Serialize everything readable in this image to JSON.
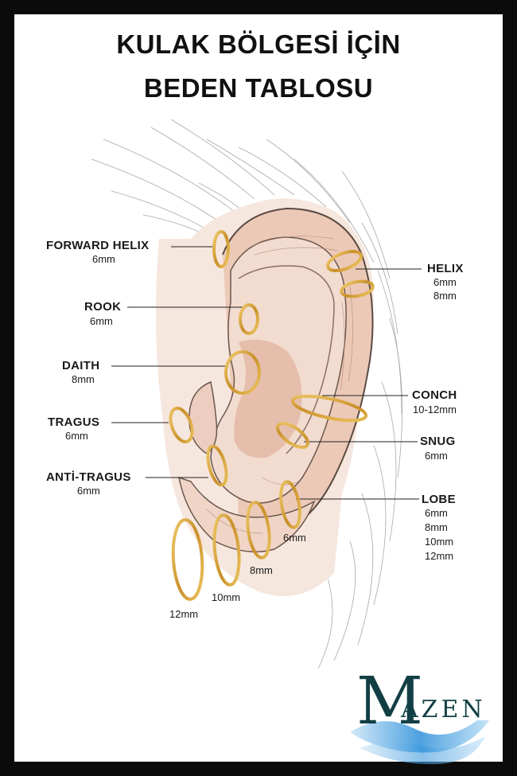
{
  "title": {
    "line1": "KULAK BÖLGESİ İÇİN",
    "line2": "BEDEN TABLOSU"
  },
  "labels": {
    "forward_helix": {
      "name": "FORWARD HELIX",
      "sizes": [
        "6mm"
      ]
    },
    "rook": {
      "name": "ROOK",
      "sizes": [
        "6mm"
      ]
    },
    "daith": {
      "name": "DAITH",
      "sizes": [
        "8mm"
      ]
    },
    "tragus": {
      "name": "TRAGUS",
      "sizes": [
        "6mm"
      ]
    },
    "anti_tragus": {
      "name": "ANTİ-TRAGUS",
      "sizes": [
        "6mm"
      ]
    },
    "helix": {
      "name": "HELIX",
      "sizes": [
        "6mm",
        "8mm"
      ]
    },
    "conch": {
      "name": "CONCH",
      "sizes": [
        "10-12mm"
      ]
    },
    "snug": {
      "name": "SNUG",
      "sizes": [
        "6mm"
      ]
    },
    "lobe": {
      "name": "LOBE",
      "sizes": [
        "6mm",
        "8mm",
        "10mm",
        "12mm"
      ]
    }
  },
  "lobe_ring_sizes": [
    "6mm",
    "8mm",
    "10mm",
    "12mm"
  ],
  "logo": {
    "initial": "M",
    "rest": "AZEN"
  },
  "colors": {
    "frame": "#0b0b0b",
    "ring_gold": "#d9a43c",
    "skin": "#edd3c3",
    "logo_teal": "#123f44",
    "logo_wave": "#2e8fd6"
  }
}
